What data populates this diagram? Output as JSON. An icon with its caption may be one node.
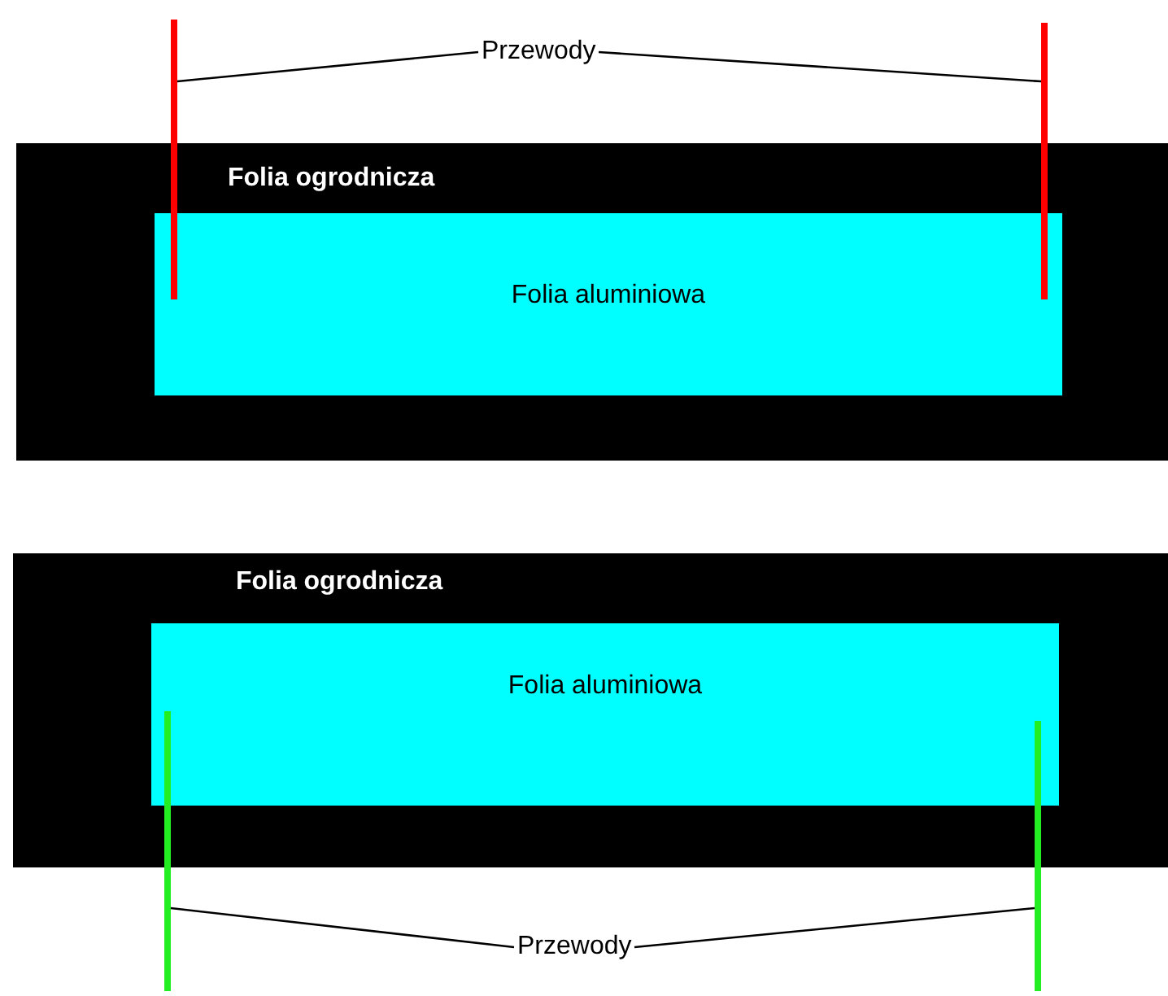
{
  "diagram": {
    "nodes": [
      {
        "text": [
          "Folia ogrodnicza"
        ]
      },
      {
        "text": [
          "Folia aluminiowa"
        ],
        "in": 0
      },
      {
        "text": [
          "Przewody"
        ]
      },
      {
        "text": [],
        "shape": "bar"
      },
      {
        "text": [],
        "shape": "bar"
      },
      {
        "text": [
          "Folia ogrodnicza"
        ]
      },
      {
        "text": [
          "Folia aluminiowa"
        ],
        "in": 5
      },
      {
        "text": [
          "Przewody"
        ]
      },
      {
        "text": [],
        "shape": "bar"
      },
      {
        "text": [],
        "shape": "bar"
      }
    ],
    "edges": [
      {
        "from": 2,
        "to": 3,
        "arrow": "none"
      },
      {
        "from": 2,
        "to": 4,
        "arrow": "none"
      },
      {
        "from": 7,
        "to": 8,
        "arrow": "none"
      },
      {
        "from": 7,
        "to": 9,
        "arrow": "none"
      }
    ]
  }
}
